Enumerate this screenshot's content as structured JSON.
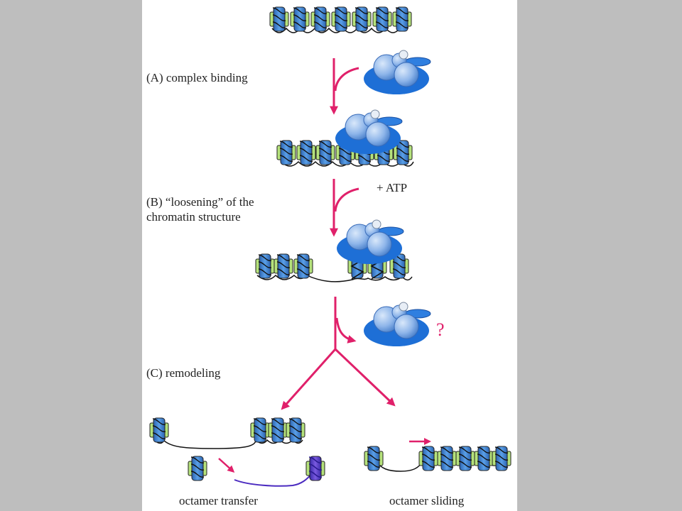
{
  "labels": {
    "step_a": "(A) complex binding",
    "atp": "+ ATP",
    "step_b_line1": "(B) “loosening” of the",
    "step_b_line2": "chromatin structure",
    "step_c": "(C) remodeling",
    "question": "?",
    "transfer": "octamer transfer",
    "sliding": "octamer sliding"
  },
  "colors": {
    "arrow": "#e0206a",
    "histone_blue": "#3f84d4",
    "histone_green": "#b5e27c",
    "complex_base": "#1e6fd6",
    "complex_sphere": "#8fb6ea",
    "dna": "#111111",
    "transferred_dna": "#4b2bc0",
    "page_background": "#bebebe",
    "panel_background": "#ffffff"
  }
}
